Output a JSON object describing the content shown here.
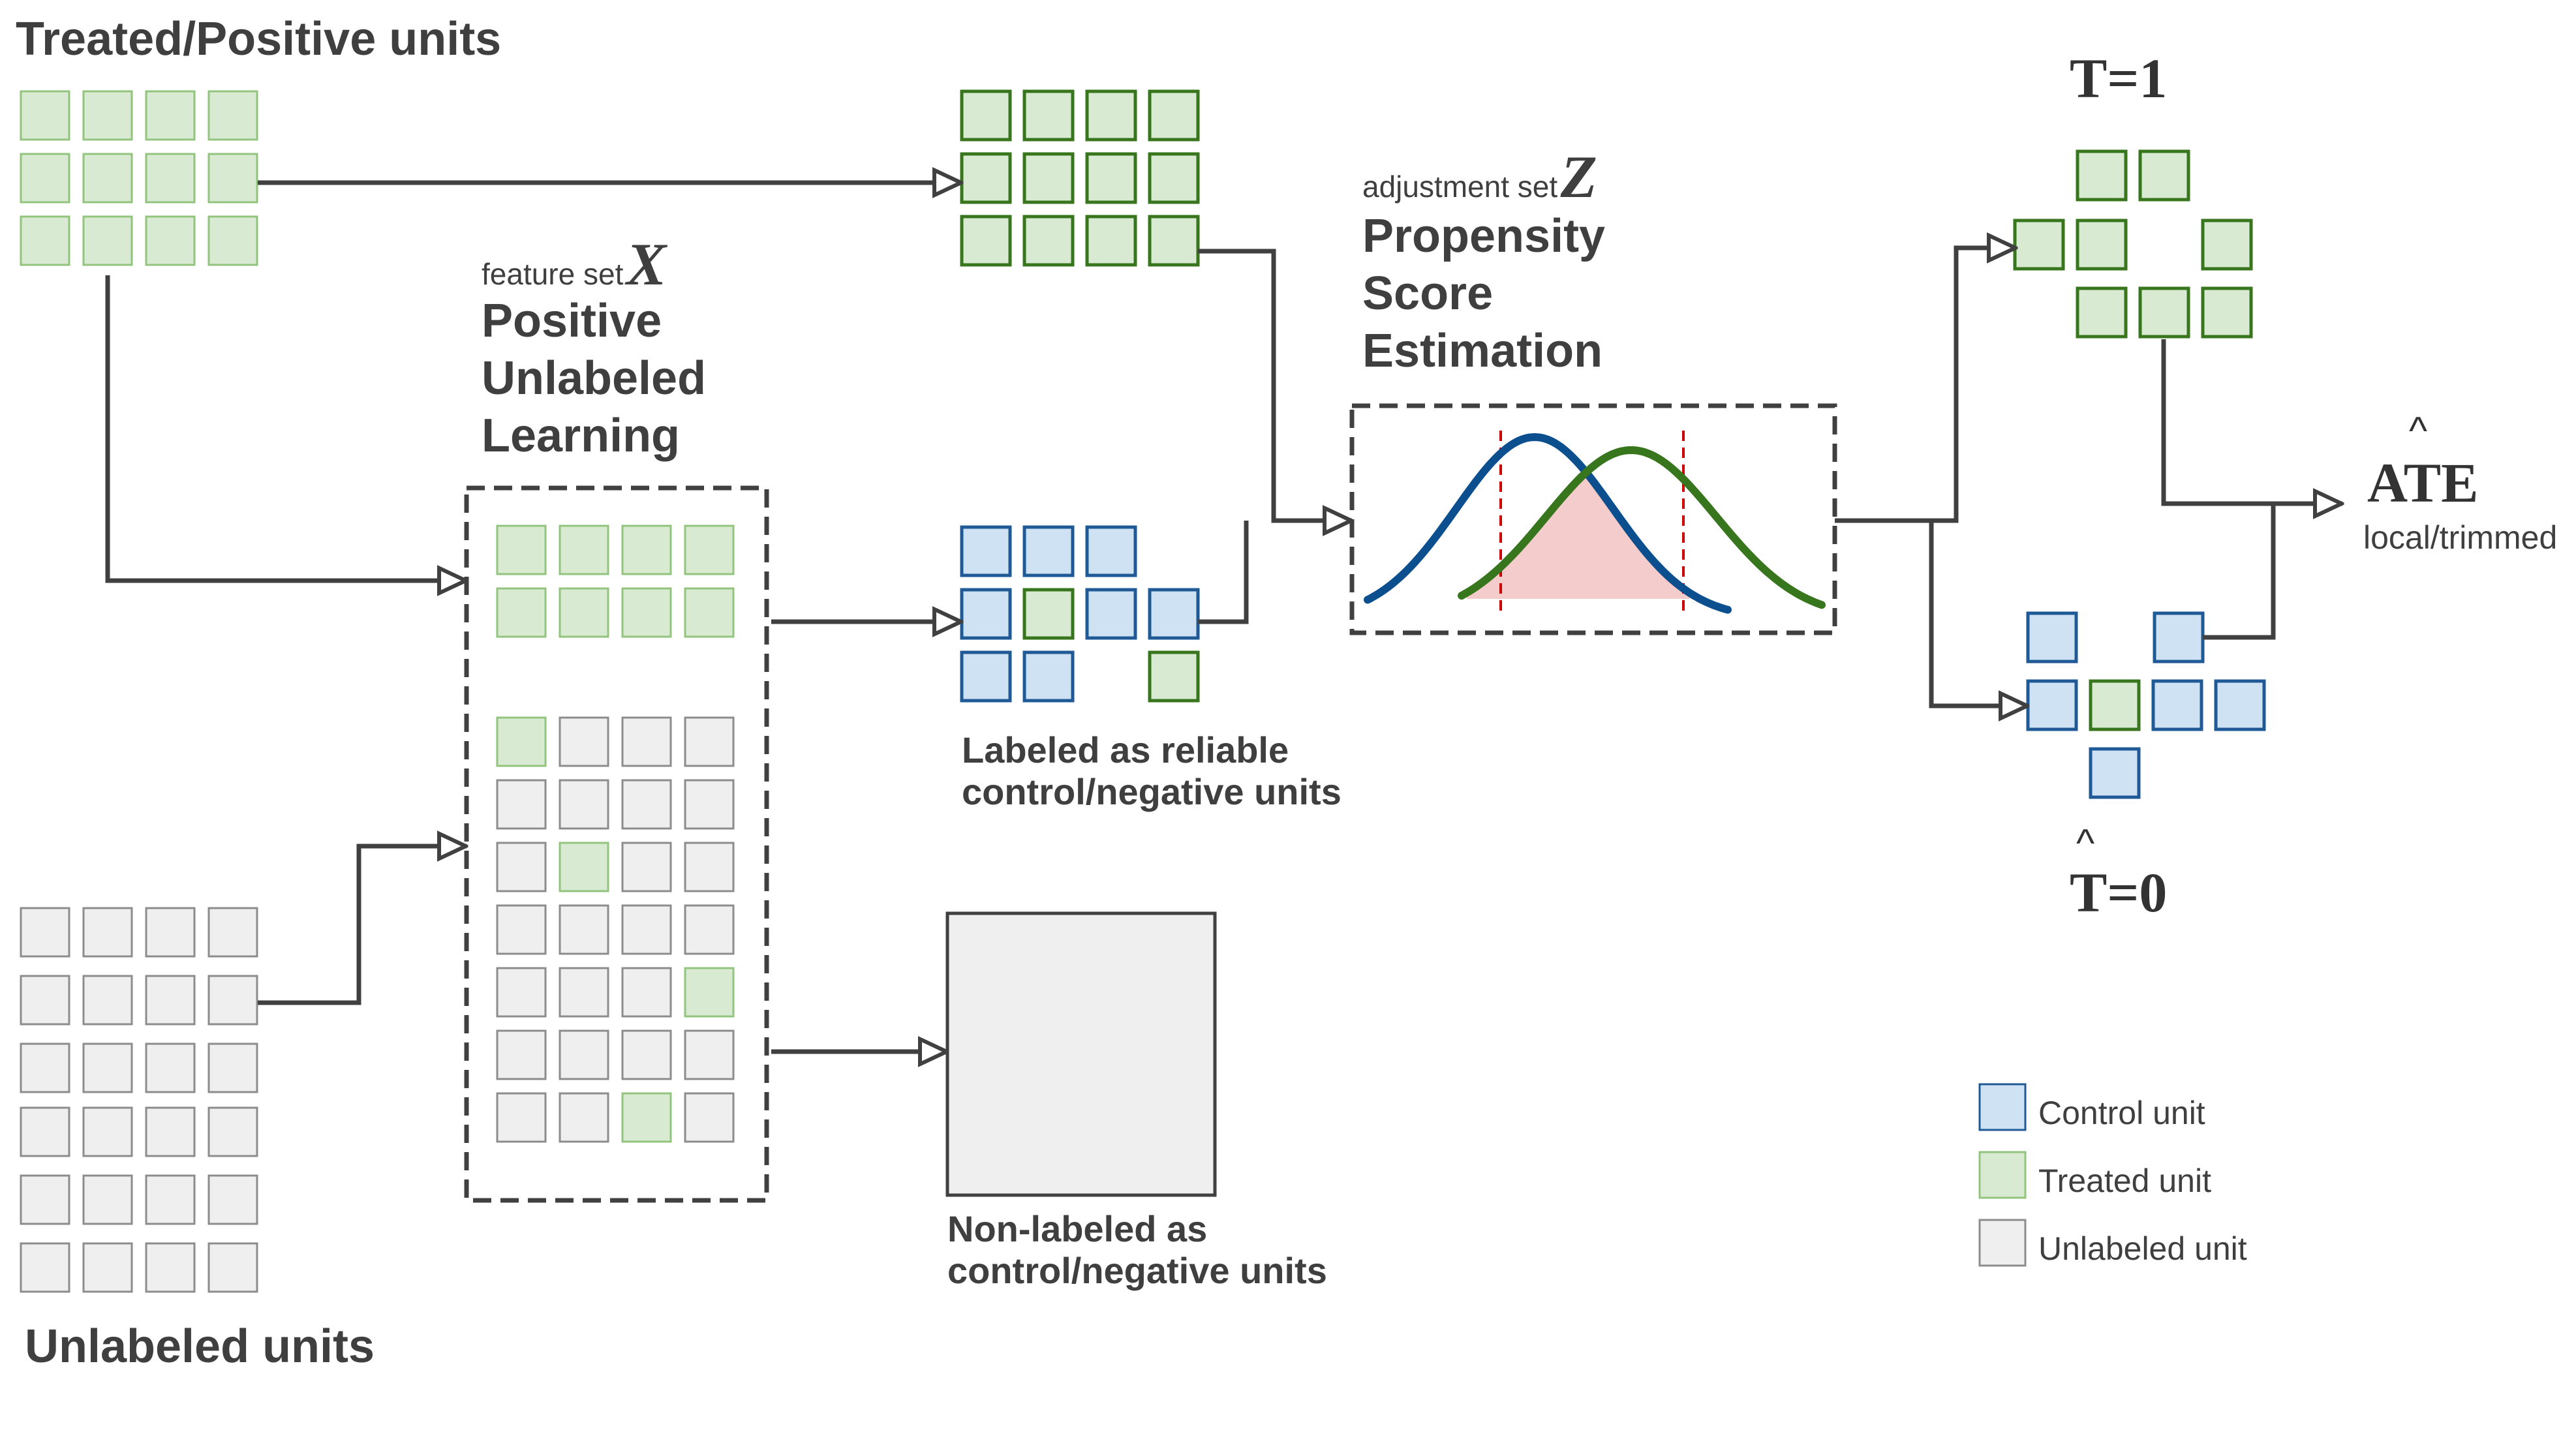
{
  "labels": {
    "treated_positive_units": "Treated/Positive units",
    "unlabeled_units": "Unlabeled units",
    "feature_set_prefix": "feature set",
    "feature_set_var": "X",
    "pu_learning": "Positive\nUnlabeled\nLearning",
    "adjustment_set_prefix": "adjustment set",
    "adjustment_set_var": "Z",
    "propensity": "Propensity\nScore\nEstimation",
    "reliable_negatives": "Labeled as reliable\ncontrol/negative units",
    "non_labeled": "Non-labeled as\ncontrol/negative units",
    "t1": "T=1",
    "t0": "T=0",
    "ate": "ATE",
    "ate_sub": "local/trimmed"
  },
  "legend": [
    {
      "label": "Control unit",
      "kind": "control"
    },
    {
      "label": "Treated unit",
      "kind": "treated"
    },
    {
      "label": "Unlabeled unit",
      "kind": "unlabeled"
    }
  ],
  "colors": {
    "control_fill": "#cfe2f3",
    "control_border": "#1f5a96",
    "treated_fill": "#d9ead3",
    "treated_border": "#38761d",
    "treated_light_border": "#93c47d",
    "unlabeled_fill": "#efefef",
    "unlabeled_border": "#8c8c8c",
    "arrow": "#404040",
    "curve_control": "#0b4f8f",
    "curve_treated": "#38761d",
    "overlap": "#f4cccc",
    "threshold": "#cc0000"
  }
}
